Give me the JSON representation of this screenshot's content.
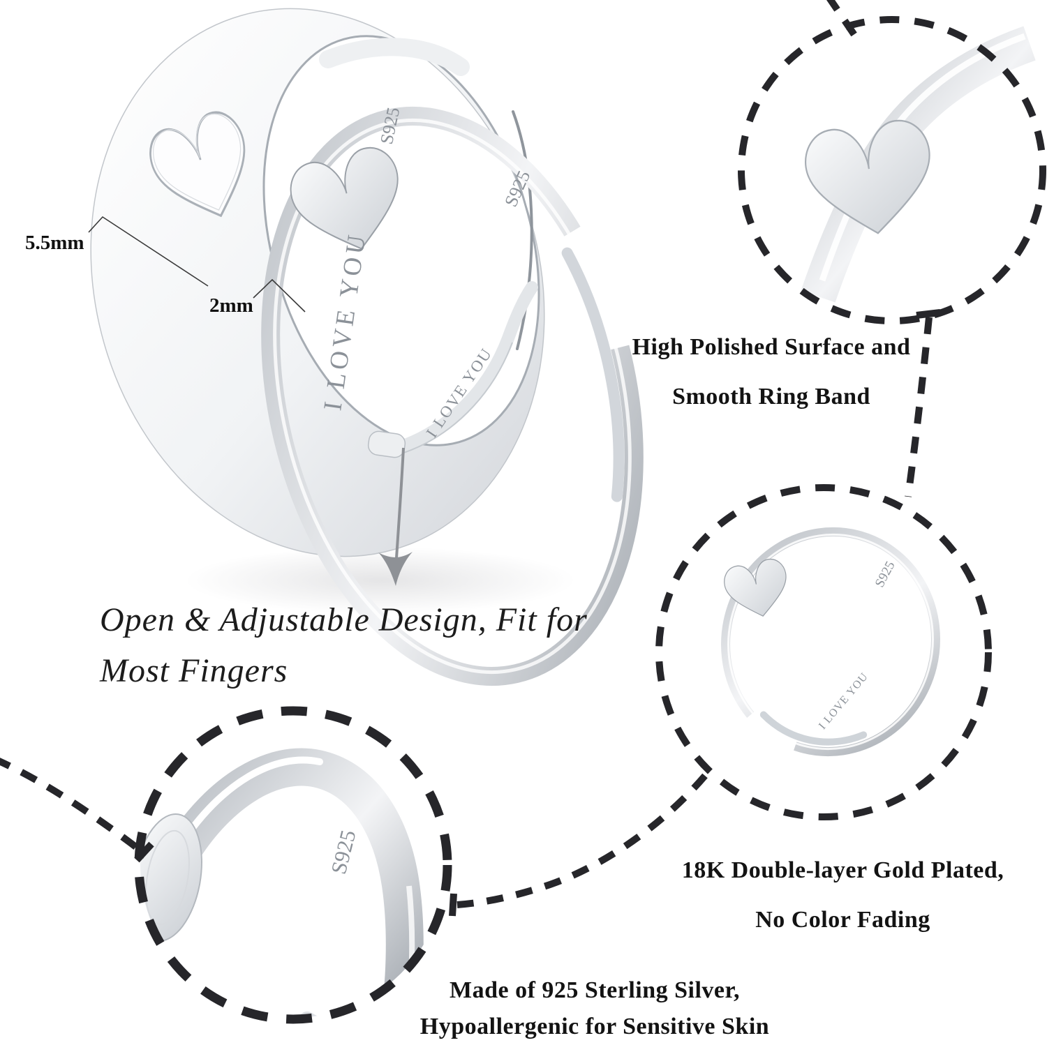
{
  "product": {
    "measurements": {
      "wide_band_width": "5.5mm",
      "thin_band_width": "2mm"
    },
    "engravings": {
      "hallmark": "S925",
      "inside": "I LOVE YOU"
    }
  },
  "callouts": {
    "adjustable": {
      "line1": "Open & Adjustable Design, Fit for",
      "line2": "Most Fingers"
    },
    "polished": {
      "line1": "High Polished Surface and",
      "line2": "Smooth Ring Band"
    },
    "plating": {
      "line1": "18K Double-layer Gold Plated,",
      "line2": "No Color Fading"
    },
    "material": {
      "line1": "Made of 925 Sterling Silver,",
      "line2": "Hypoallergenic for Sensitive Skin"
    }
  },
  "colors": {
    "background": "#ffffff",
    "text": "#131313",
    "dashed_lines": "#26262a",
    "silver_light": "#f4f5f7",
    "silver_mid": "#d7dadd",
    "silver_dark": "#a9aeb4",
    "engraving": "#8b9198",
    "arrow": "#8e9196"
  }
}
